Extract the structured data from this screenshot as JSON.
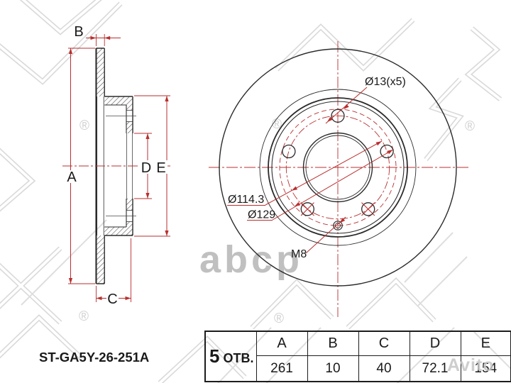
{
  "part_number": "ST-GA5Y-26-251A",
  "section_view": {
    "labels": {
      "A": "A",
      "B": "B",
      "C": "C",
      "D": "D",
      "E": "E"
    }
  },
  "front_view": {
    "bolt_pattern_label": "Ø13(x5)",
    "pcd_label": "Ø114.3",
    "outer_pcd_label": "Ø129",
    "thread_label": "M8"
  },
  "spec_table": {
    "holes_count": "5",
    "holes_suffix": "ОТВ.",
    "columns": [
      "A",
      "B",
      "C",
      "D",
      "E"
    ],
    "values": [
      "261",
      "10",
      "40",
      "72.1",
      "154"
    ]
  },
  "watermarks": {
    "supplier": "abcp",
    "marketplace": "Avito",
    "registered": "®"
  },
  "colors": {
    "line_dark": "#2b2b2b",
    "dimension_red": "#b92f2f",
    "watermark_gray": "#d9d9d9"
  }
}
